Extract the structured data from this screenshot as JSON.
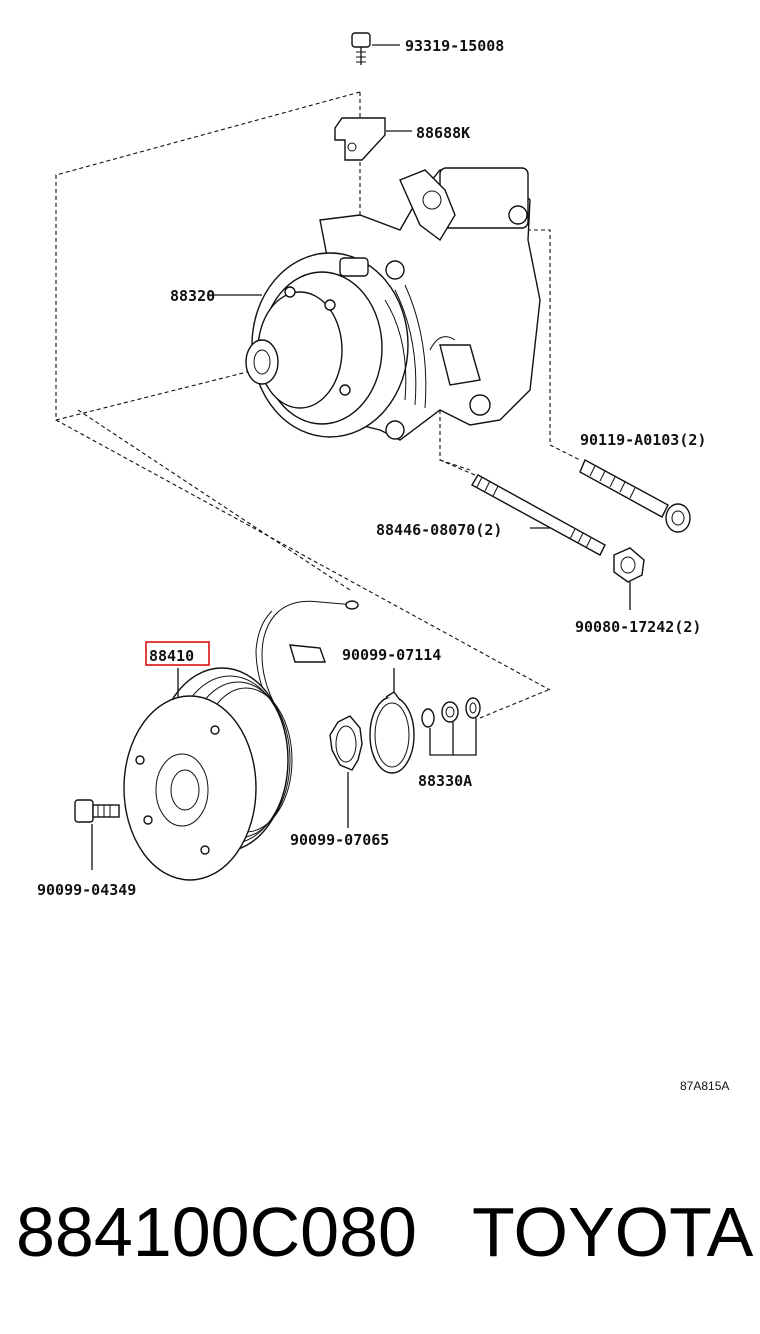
{
  "labels": {
    "bolt_top": "93319-15008",
    "bracket": "88688K",
    "compressor": "88320",
    "long_bolt": "90119-A0103(2)",
    "stud_bolt": "88446-08070(2)",
    "nut": "90080-17242(2)",
    "clutch": "88410",
    "snap_ring_upper": "90099-07114",
    "shims": "88330A",
    "snap_ring_lower": "90099-07065",
    "hub_bolt": "90099-04349",
    "figure_code": "87A815A"
  },
  "footer": {
    "part_number": "884100C080",
    "brand": "TOYOTA"
  },
  "colors": {
    "highlight": "#dd1111",
    "line": "#111111"
  }
}
